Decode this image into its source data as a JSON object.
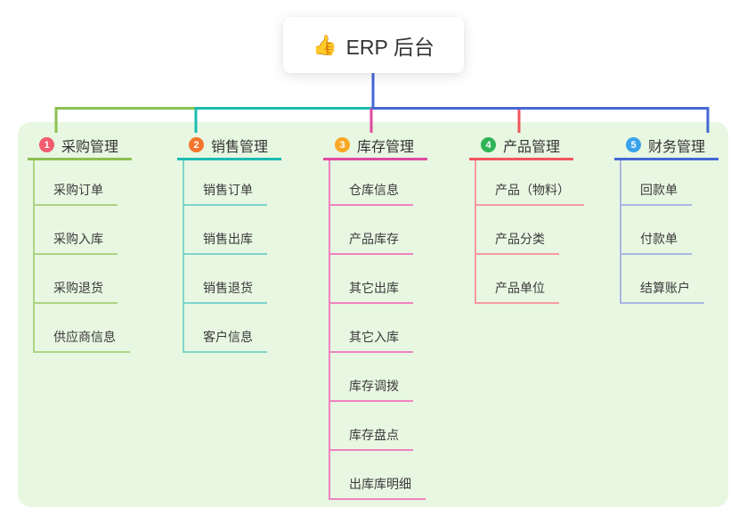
{
  "page": {
    "background": "#ffffff",
    "panel_color": "#e8f7e2",
    "text_color": "#333333"
  },
  "root": {
    "icon": "👍",
    "label": "ERP 后台",
    "stem_color": "#4568d6"
  },
  "branches": [
    {
      "num": "1",
      "label": "采购管理",
      "badge_color": "#f25b6e",
      "line_color": "#8cc152",
      "child_line_color": "#abd484",
      "children": [
        "采购订单",
        "采购入库",
        "采购退货",
        "供应商信息"
      ]
    },
    {
      "num": "2",
      "label": "销售管理",
      "badge_color": "#f4752c",
      "line_color": "#1bbcb1",
      "child_line_color": "#7ed5cb",
      "children": [
        "销售订单",
        "销售出库",
        "销售退货",
        "客户信息"
      ]
    },
    {
      "num": "3",
      "label": "库存管理",
      "badge_color": "#f9a825",
      "line_color": "#e04a9e",
      "child_line_color": "#ef82c0",
      "children": [
        "仓库信息",
        "产品库存",
        "其它出库",
        "其它入库",
        "库存调拨",
        "库存盘点",
        "出库库明细"
      ]
    },
    {
      "num": "4",
      "label": "产品管理",
      "badge_color": "#2fb457",
      "line_color": "#f4555c",
      "child_line_color": "#f79aa0",
      "children": [
        "产品（物料）",
        "产品分类",
        "产品单位"
      ]
    },
    {
      "num": "5",
      "label": "财务管理",
      "badge_color": "#38a3ea",
      "line_color": "#4568d6",
      "child_line_color": "#a9b8e0",
      "children": [
        "回款单",
        "付款单",
        "结算账户"
      ]
    }
  ]
}
